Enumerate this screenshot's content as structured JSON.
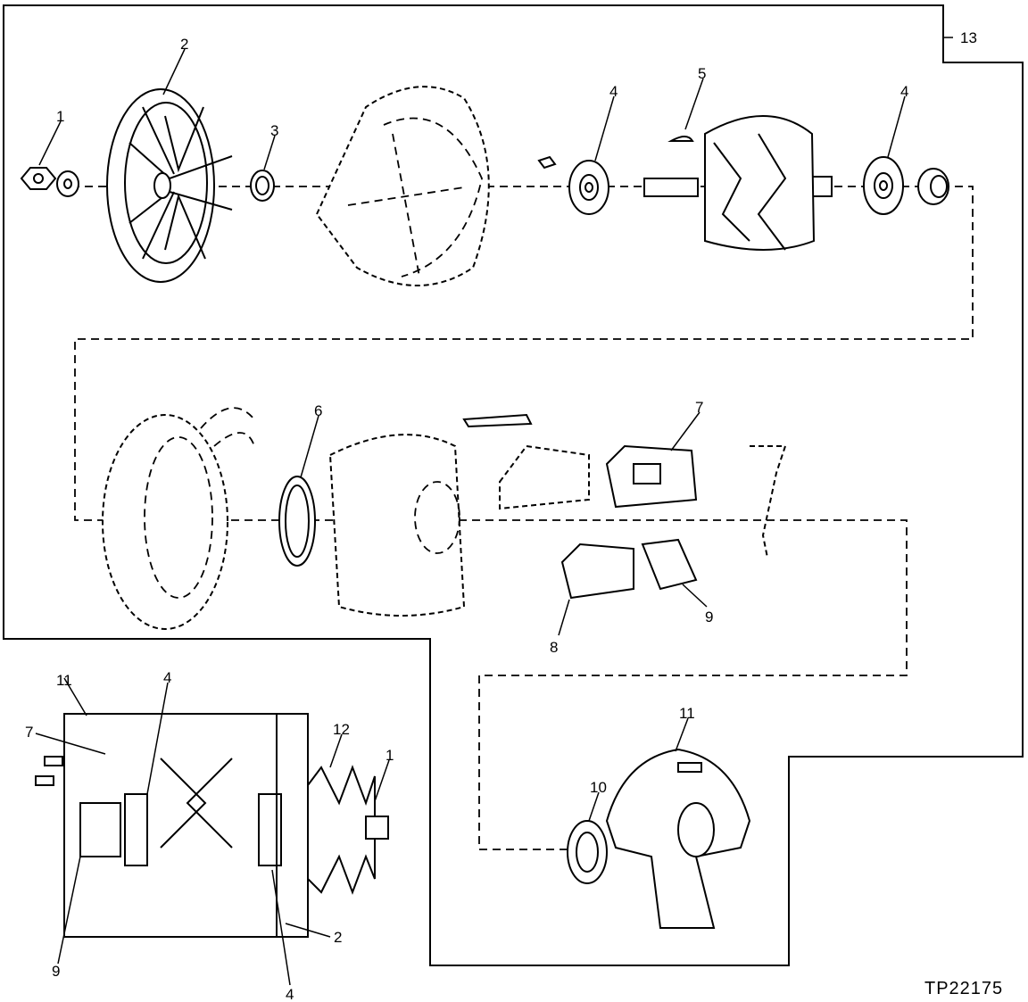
{
  "figure_ref": "TP22175",
  "callouts": [
    "1",
    "2",
    "3",
    "4",
    "4",
    "5",
    "6",
    "7",
    "8",
    "9",
    "10",
    "11",
    "12",
    "13",
    "1",
    "2",
    "4",
    "4",
    "7",
    "9",
    "11"
  ]
}
